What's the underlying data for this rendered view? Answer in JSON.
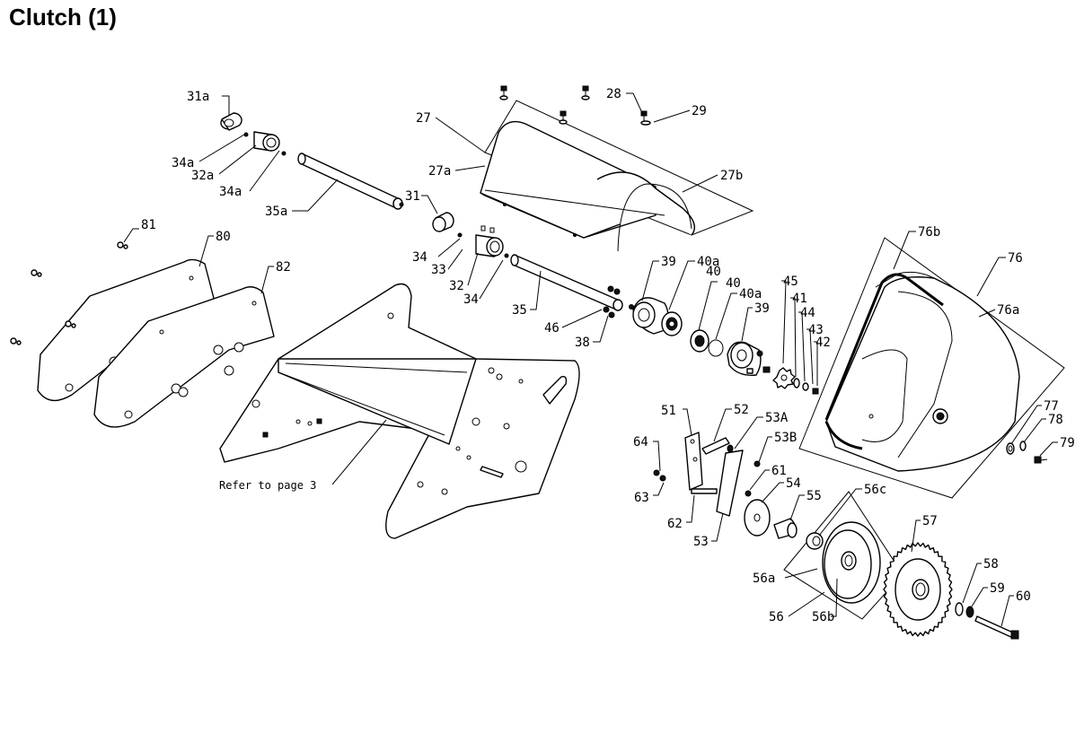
{
  "title": "Clutch (1)",
  "note": "Refer to page 3",
  "callouts": [
    {
      "id": "c31a",
      "text": "31a"
    },
    {
      "id": "c34a1",
      "text": "34a"
    },
    {
      "id": "c32a",
      "text": "32a"
    },
    {
      "id": "c34a2",
      "text": "34a"
    },
    {
      "id": "c35a",
      "text": "35a"
    },
    {
      "id": "c27",
      "text": "27"
    },
    {
      "id": "c27a",
      "text": "27a"
    },
    {
      "id": "c27b",
      "text": "27b"
    },
    {
      "id": "c28",
      "text": "28"
    },
    {
      "id": "c29",
      "text": "29"
    },
    {
      "id": "c31",
      "text": "31"
    },
    {
      "id": "c34b",
      "text": "34"
    },
    {
      "id": "c33",
      "text": "33"
    },
    {
      "id": "c32",
      "text": "32"
    },
    {
      "id": "c34c",
      "text": "34"
    },
    {
      "id": "c35",
      "text": "35"
    },
    {
      "id": "c46",
      "text": "46"
    },
    {
      "id": "c38",
      "text": "38"
    },
    {
      "id": "c39a",
      "text": "39"
    },
    {
      "id": "c40a1",
      "text": "40a"
    },
    {
      "id": "c40b",
      "text": "40"
    },
    {
      "id": "c40c",
      "text": "40"
    },
    {
      "id": "c40a2",
      "text": "40a"
    },
    {
      "id": "c39b",
      "text": "39"
    },
    {
      "id": "c45",
      "text": "45"
    },
    {
      "id": "c41",
      "text": "41"
    },
    {
      "id": "c44",
      "text": "44"
    },
    {
      "id": "c43",
      "text": "43"
    },
    {
      "id": "c42",
      "text": "42"
    },
    {
      "id": "c76b",
      "text": "76b"
    },
    {
      "id": "c76",
      "text": "76"
    },
    {
      "id": "c76a",
      "text": "76a"
    },
    {
      "id": "c77",
      "text": "77"
    },
    {
      "id": "c78",
      "text": "78"
    },
    {
      "id": "c79",
      "text": "79"
    },
    {
      "id": "c81",
      "text": "81"
    },
    {
      "id": "c80",
      "text": "80"
    },
    {
      "id": "c82",
      "text": "82"
    },
    {
      "id": "c51",
      "text": "51"
    },
    {
      "id": "c52",
      "text": "52"
    },
    {
      "id": "c53A",
      "text": "53A"
    },
    {
      "id": "c53B",
      "text": "53B"
    },
    {
      "id": "c64",
      "text": "64"
    },
    {
      "id": "c61",
      "text": "61"
    },
    {
      "id": "c54",
      "text": "54"
    },
    {
      "id": "c55",
      "text": "55"
    },
    {
      "id": "c56c",
      "text": "56c"
    },
    {
      "id": "c57",
      "text": "57"
    },
    {
      "id": "c63",
      "text": "63"
    },
    {
      "id": "c62",
      "text": "62"
    },
    {
      "id": "c53",
      "text": "53"
    },
    {
      "id": "c56a",
      "text": "56a"
    },
    {
      "id": "c58",
      "text": "58"
    },
    {
      "id": "c59",
      "text": "59"
    },
    {
      "id": "c60",
      "text": "60"
    },
    {
      "id": "c56",
      "text": "56"
    },
    {
      "id": "c56b",
      "text": "56b"
    }
  ]
}
